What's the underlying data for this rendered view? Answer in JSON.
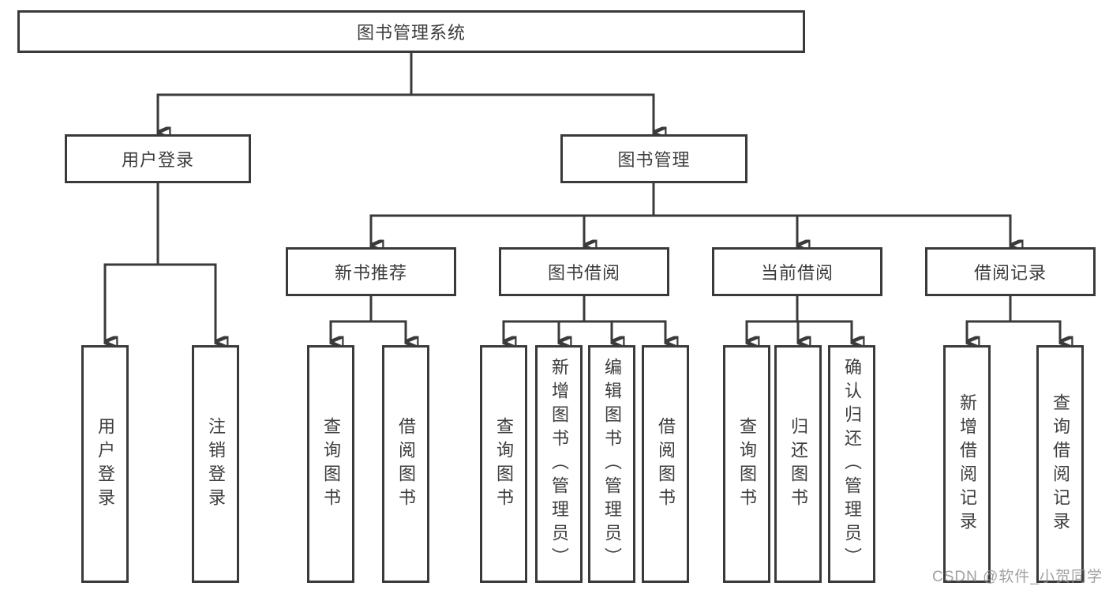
{
  "nodes": {
    "root": {
      "label": "图书管理系统"
    },
    "user_login": {
      "label": "用户登录"
    },
    "book_mgmt": {
      "label": "图书管理"
    },
    "new_books": {
      "label": "新书推荐"
    },
    "book_borrow": {
      "label": "图书借阅"
    },
    "current_borrow": {
      "label": "当前借阅"
    },
    "borrow_records": {
      "label": "借阅记录"
    }
  },
  "leaves": [
    {
      "label": "用户登录"
    },
    {
      "label": "注销登录"
    },
    {
      "label": "查询图书"
    },
    {
      "label": "借阅图书"
    },
    {
      "label": "查询图书"
    },
    {
      "label": "新增图书（管理员）"
    },
    {
      "label": "编辑图书（管理员）"
    },
    {
      "label": "借阅图书"
    },
    {
      "label": "查询图书"
    },
    {
      "label": "归还图书"
    },
    {
      "label": "确认归还（管理员）"
    },
    {
      "label": "新增借阅记录"
    },
    {
      "label": "查询借阅记录"
    }
  ],
  "watermark": "CSDN @软件_小贺同学",
  "colors": {
    "line": "#3a3a3a",
    "text": "#3d3d3d",
    "background": "#ffffff",
    "watermark": "#949494"
  }
}
